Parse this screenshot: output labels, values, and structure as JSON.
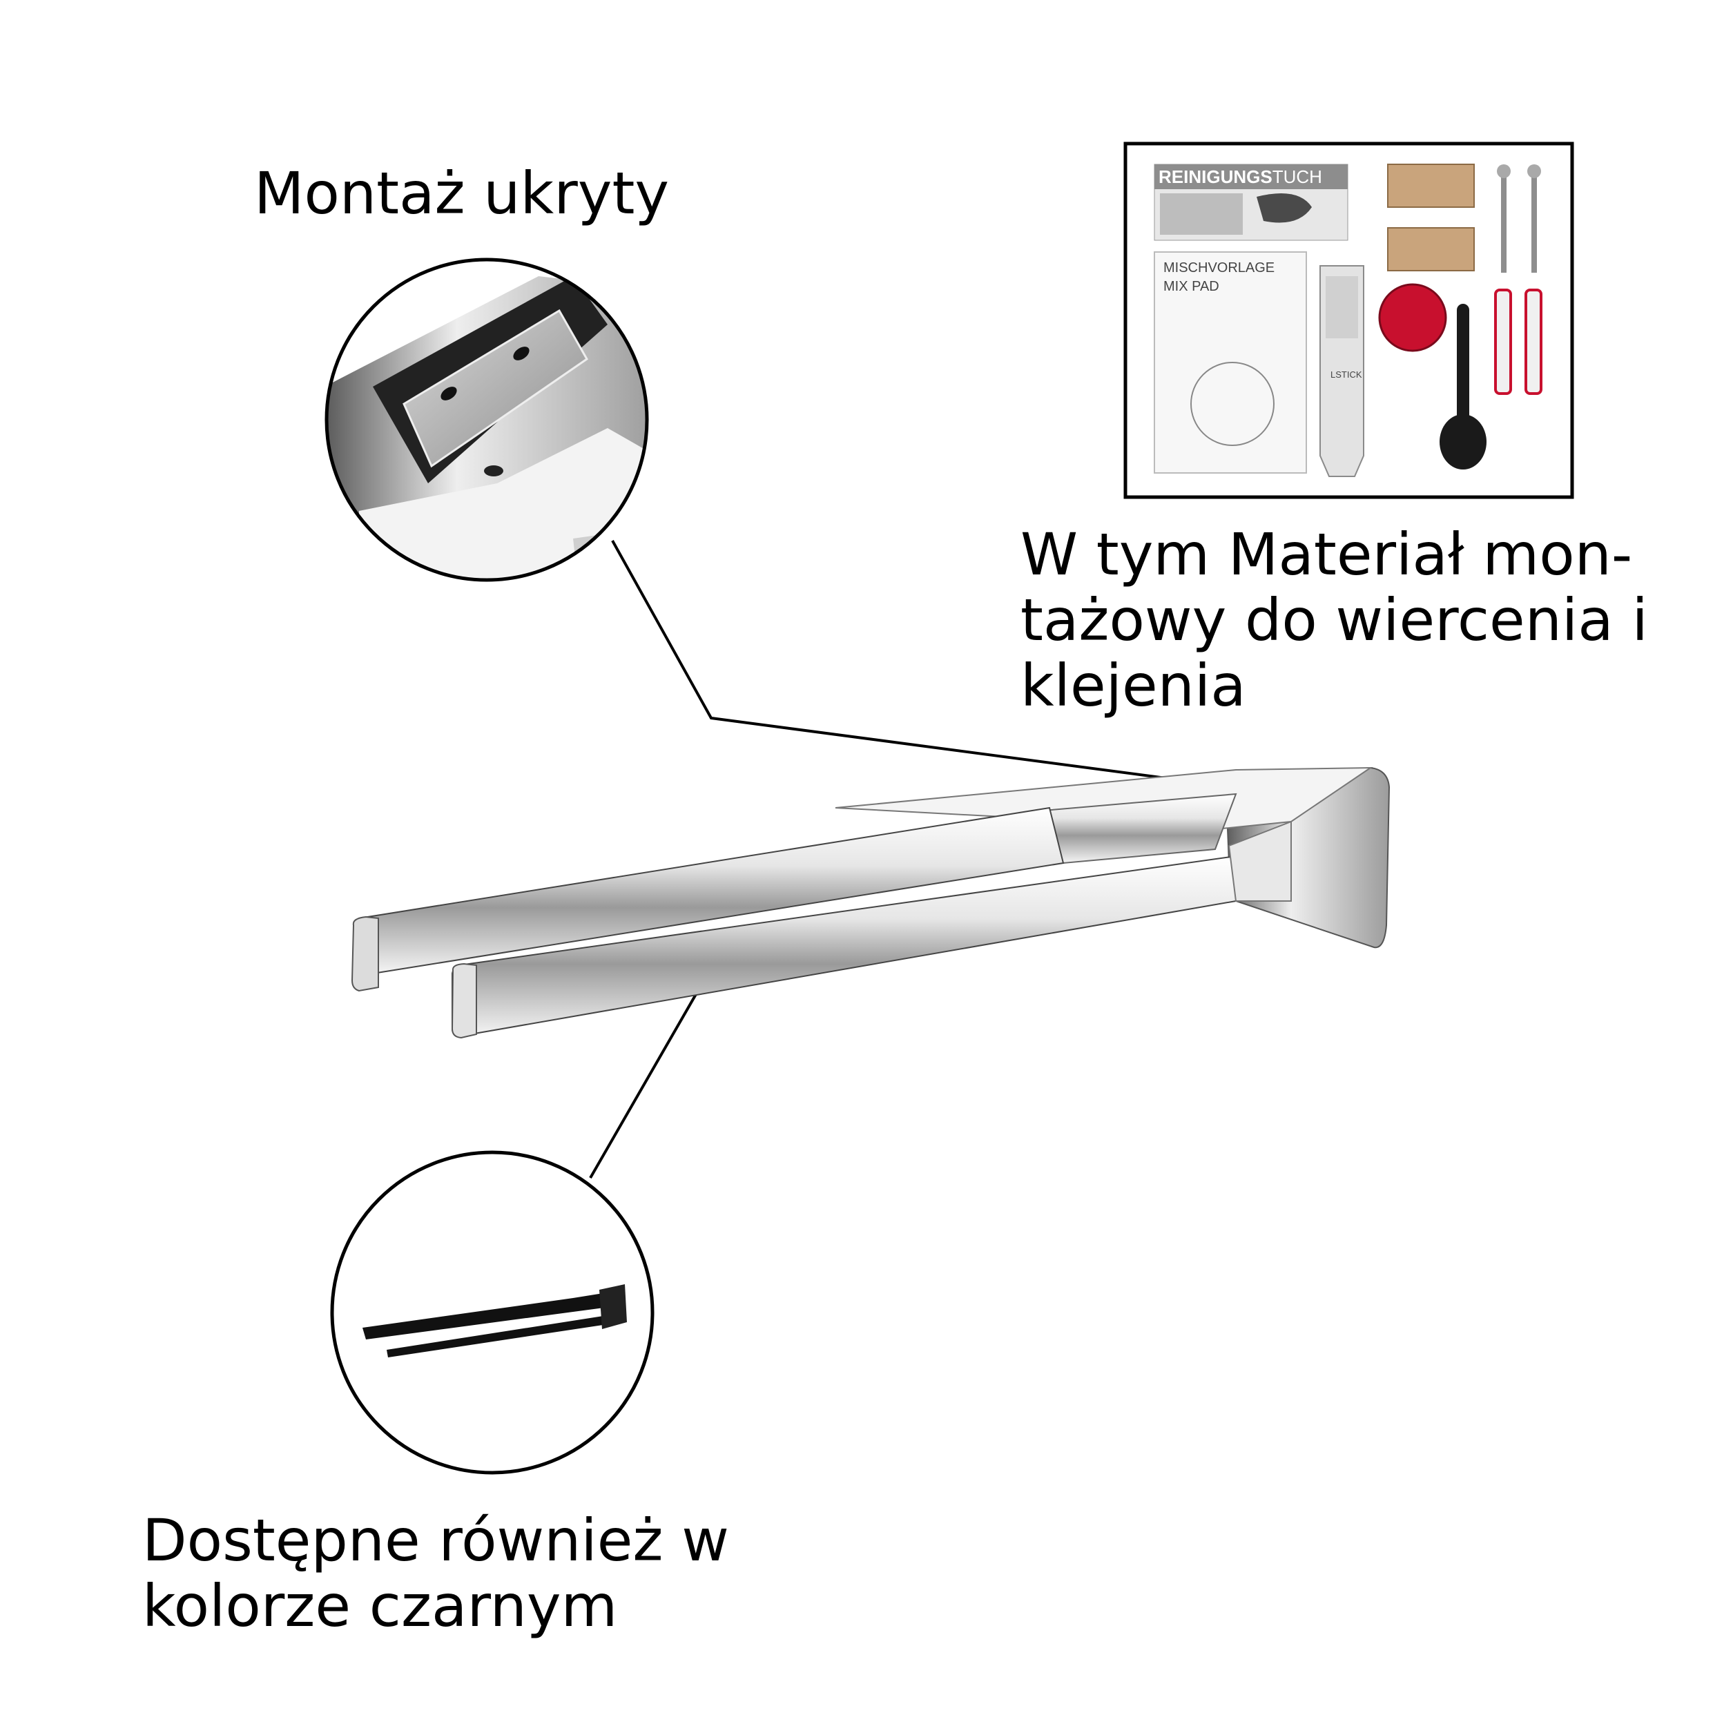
{
  "callouts": {
    "hidden_mount": "Montaż ukryty",
    "mounting_material": [
      "W tym Materiał mon-",
      "tażowy do wiercenia i",
      "klejenia"
    ],
    "black_available": [
      "Dostępne również w",
      "kolorze czarnym"
    ]
  },
  "kit": {
    "cleaning_cloth_bold": "REINIGUNGS",
    "cleaning_cloth_rest": "TUCH",
    "mix_pad_line1": "MISCHVORLAGE",
    "mix_pad_line2": "MIX PAD",
    "tube_label": "LSTICK"
  },
  "colors": {
    "chrome_light": "#f2f2f2",
    "chrome_mid": "#b9b9b9",
    "chrome_dark": "#3a3a3a",
    "cork": "#c9a47c",
    "red_pad": "#c8102e",
    "black_finish": "#111111"
  }
}
